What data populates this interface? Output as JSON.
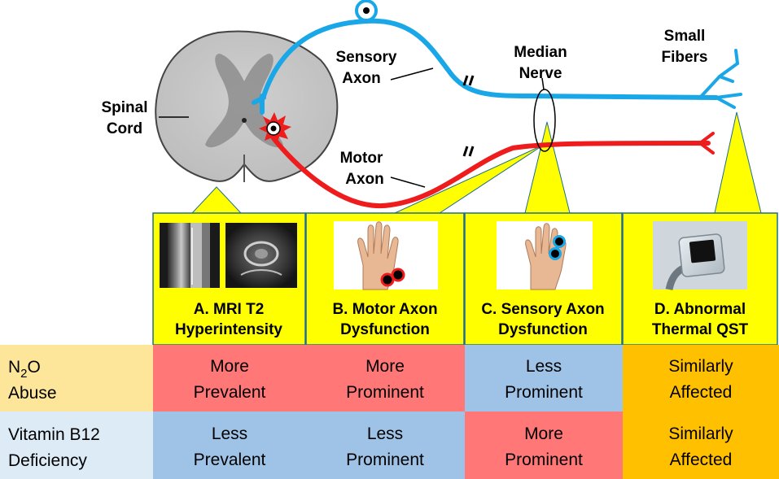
{
  "labels": {
    "spinal_cord": [
      "Spinal",
      "Cord"
    ],
    "sensory_axon": [
      "Sensory",
      "Axon"
    ],
    "motor_axon": [
      "Motor",
      "Axon"
    ],
    "median_nerve": [
      "Median",
      "Nerve"
    ],
    "small_fibers": [
      "Small",
      "Fibers"
    ]
  },
  "panels": [
    {
      "id": "A",
      "caption": [
        "A. MRI T2",
        "Hyperintensity"
      ]
    },
    {
      "id": "B",
      "caption": [
        "B. Motor Axon",
        "Dysfunction"
      ]
    },
    {
      "id": "C",
      "caption": [
        "C. Sensory Axon",
        "Dysfunction"
      ]
    },
    {
      "id": "D",
      "caption": [
        "D. Abnormal",
        "Thermal QST"
      ]
    }
  ],
  "table": {
    "rows": [
      {
        "label_lines": [
          "N",
          "O",
          "Abuse"
        ],
        "label_sub": "2",
        "cells": [
          [
            "More",
            "Prevalent"
          ],
          [
            "More",
            "Prominent"
          ],
          [
            "Less",
            "Prominent"
          ],
          [
            "Similarly",
            "Affected"
          ]
        ]
      },
      {
        "label_lines": [
          "Vitamin B12",
          "Deficiency"
        ],
        "cells": [
          [
            "Less",
            "Prevalent"
          ],
          [
            "Less",
            "Prominent"
          ],
          [
            "More",
            "Prominent"
          ],
          [
            "Similarly",
            "Affected"
          ]
        ]
      }
    ]
  },
  "colors": {
    "sensory": "#1aa7e8",
    "motor": "#ee1c1c",
    "callout": "#ffff00",
    "more": "#ff7777",
    "less": "#9fc3e7",
    "similar": "#ffc000",
    "row1_label_bg": "#fde59a",
    "row2_label_bg": "#ddebf7"
  }
}
